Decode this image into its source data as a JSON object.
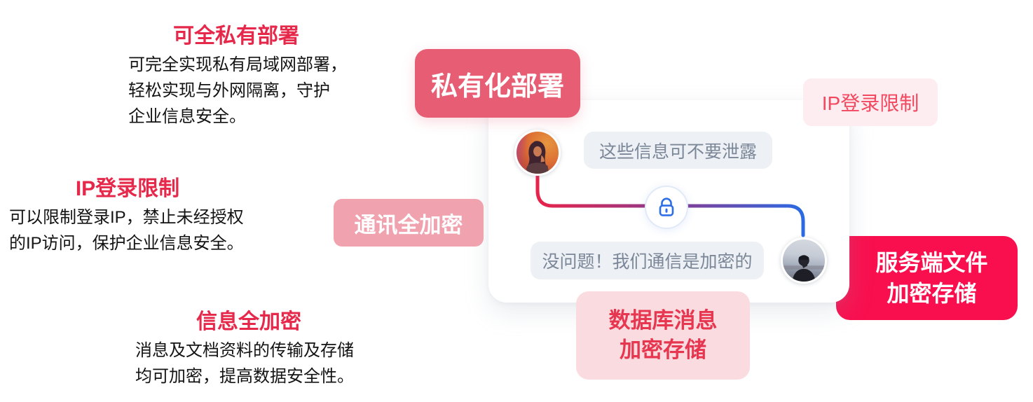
{
  "colors": {
    "accent_red": "#e6294b",
    "body_text": "#131313",
    "deploy_badge_bg": "#e75d73",
    "ip_badge_bg": "#fdedf0",
    "ip_badge_text": "#f2485f",
    "comm_badge_bg": "#f0a2ae",
    "db_badge_bg": "#fadce0",
    "db_badge_text": "#e73750",
    "server_badge_bg": "#f90f4e",
    "bubble_bg": "#edf0f4",
    "bubble_text": "#7b8798",
    "lock_blue": "#2e6fe8",
    "wire_gradient": [
      "#e8234b",
      "#8a3a8d",
      "#2b6ae4"
    ]
  },
  "features": [
    {
      "title": "可全私有部署",
      "description": "可完全实现私有局域网部署，\n轻松实现与外网隔离，守护\n企业信息安全。"
    },
    {
      "title": "IP登录限制",
      "description": "可以限制登录IP，禁止未经授权\n的IP访问，保护企业信息安全。"
    },
    {
      "title": "信息全加密",
      "description": "消息及文档资料的传输及存储\n均可加密，提高数据安全性。"
    }
  ],
  "illustration": {
    "deploy_badge": "私有化部署",
    "ip_badge": "IP登录限制",
    "comm_badge": "通讯全加密",
    "db_badge": "数据库消息\n加密存储",
    "server_badge": "服务端文件\n加密存储",
    "chat": {
      "message_sent": "这些信息可不要泄露",
      "message_reply": "没问题！我们通信是加密的"
    },
    "icons": {
      "lock": "lock-icon",
      "woman": "woman-avatar",
      "man": "man-avatar"
    }
  }
}
